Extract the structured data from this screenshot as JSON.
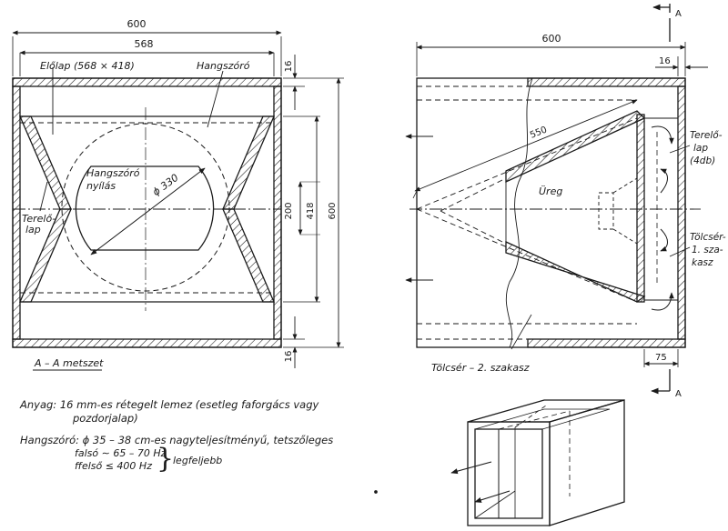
{
  "front": {
    "dim_outer": "600",
    "dim_inner": "568",
    "dim_top": "16",
    "dim_bottom": "16",
    "dim_opening": "200",
    "dim_418": "418",
    "dim_600v": "600",
    "label_elolap": "Előlap (568 × 418)",
    "label_hangszoro": "Hangszóró",
    "label_nyilas1": "Hangszóró",
    "label_nyilas2": "nyílás",
    "label_diameter": "ϕ 330",
    "label_terelo1": "Terelő-",
    "label_terelo2": "lap",
    "section_title": "A – A metszet"
  },
  "side": {
    "dim_600": "600",
    "dim_16": "16",
    "dim_550": "550",
    "dim_75": "75",
    "label_ureg": "Üreg",
    "label_tolcser2": "Tölcsér – 2. szakasz",
    "label_terelo": [
      "Terelő-",
      "lap",
      "(4db)"
    ],
    "label_tolcser1": [
      "Tölcsér-",
      "1. sza-",
      "kasz"
    ],
    "section_mark_top": "A",
    "section_mark_bottom": "A"
  },
  "notes": {
    "anyag_line1": "Anyag: 16 mm-es rétegelt lemez (esetleg faforgács vagy",
    "anyag_line2": "pozdorjalap)",
    "hangszoro_line": "Hangszóró: ϕ 35 – 38 cm-es nagyteljesítményű, tetszőleges",
    "falso": "falsó ∼ 65 – 70 Hz",
    "felso": "ffelső ≤ 400 Hz",
    "legfeljebb": "legfeljebb"
  }
}
